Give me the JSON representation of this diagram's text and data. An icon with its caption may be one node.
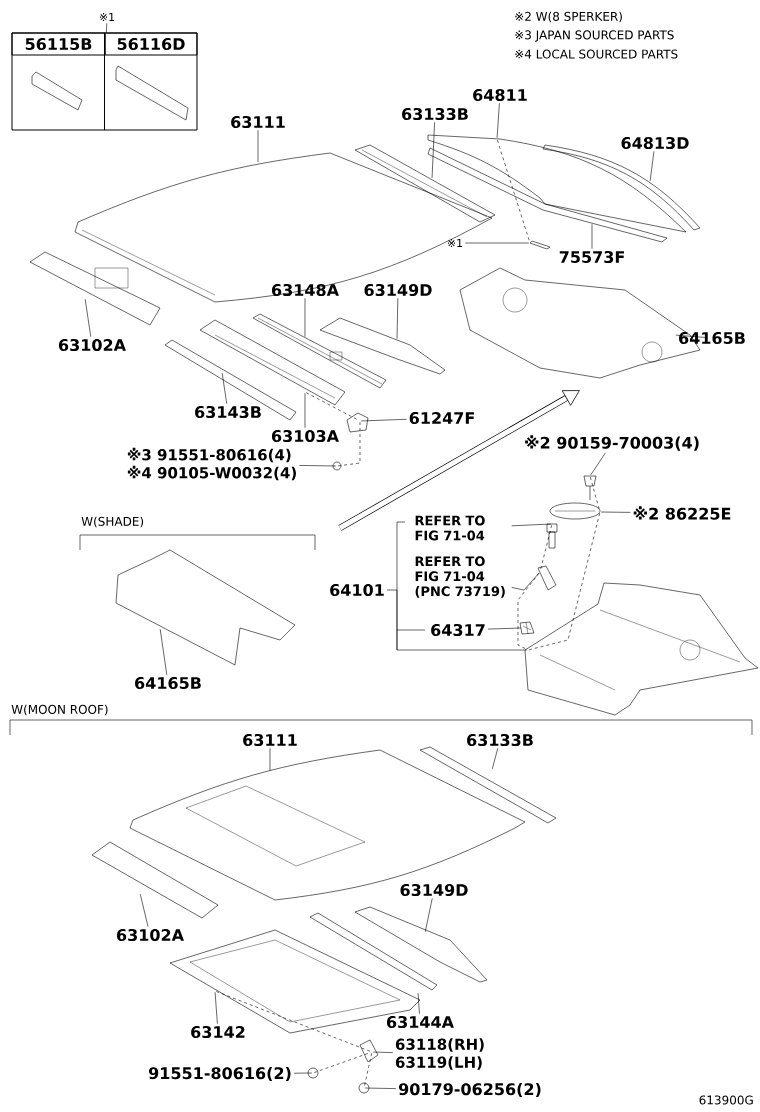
{
  "diagram": {
    "nodes": [
      {
        "text": [
          "※1"
        ]
      },
      {
        "text": [],
        "shape": "box"
      },
      {
        "text": [
          "56115B"
        ],
        "in": 1
      },
      {
        "text": [
          "56116D"
        ],
        "in": 1
      },
      {
        "text": [
          "63111"
        ]
      },
      {
        "text": [],
        "shape": "picture"
      },
      {
        "text": [
          "63133B"
        ]
      },
      {
        "text": [],
        "shape": "picture"
      },
      {
        "text": [
          "64811"
        ]
      },
      {
        "text": [],
        "shape": "picture"
      },
      {
        "text": [
          "64813D"
        ]
      },
      {
        "text": [],
        "shape": "picture"
      },
      {
        "text": [
          "※1"
        ]
      },
      {
        "text": [],
        "shape": "picture"
      },
      {
        "text": [
          "75573F"
        ]
      },
      {
        "text": [],
        "shape": "picture"
      },
      {
        "text": [
          "63102A"
        ]
      },
      {
        "text": [],
        "shape": "picture"
      },
      {
        "text": [
          "63148A"
        ]
      },
      {
        "text": [],
        "shape": "picture"
      },
      {
        "text": [
          "63149D"
        ]
      },
      {
        "text": [],
        "shape": "picture"
      },
      {
        "text": [
          "64165B"
        ]
      },
      {
        "text": [],
        "shape": "picture"
      },
      {
        "text": [
          "63143B"
        ]
      },
      {
        "text": [],
        "shape": "picture"
      },
      {
        "text": [
          "63103A"
        ]
      },
      {
        "text": [],
        "shape": "picture"
      },
      {
        "text": [
          "61247F"
        ]
      },
      {
        "text": [],
        "shape": "picture"
      },
      {
        "text": [
          "※3 91551-80616(4)",
          "※4 90105-W0032(4)"
        ]
      },
      {
        "text": [],
        "shape": "picture"
      },
      {
        "text": [
          "※2 90159-70003(4)"
        ]
      },
      {
        "text": [],
        "shape": "picture"
      },
      {
        "text": [
          "※2 86225E"
        ]
      },
      {
        "text": [],
        "shape": "picture"
      },
      {
        "text": [
          "REFER TO FIG 71-04"
        ]
      },
      {
        "text": [],
        "shape": "picture"
      },
      {
        "text": [
          "REFER TO FIG 71-04 (PNC 73719)"
        ]
      },
      {
        "text": [],
        "shape": "picture"
      },
      {
        "text": [
          "64101"
        ]
      },
      {
        "text": [
          "64317"
        ]
      },
      {
        "text": [],
        "shape": "picture"
      },
      {
        "text": [],
        "shape": "picture"
      },
      {
        "text": [],
        "shape": "picture"
      },
      {
        "text": [
          "64165B"
        ]
      },
      {
        "text": [
          "63111"
        ]
      },
      {
        "text": [],
        "shape": "picture"
      },
      {
        "text": [
          "63133B"
        ]
      },
      {
        "text": [],
        "shape": "picture"
      },
      {
        "text": [
          "63102A"
        ]
      },
      {
        "text": [],
        "shape": "picture"
      },
      {
        "text": [
          "63149D"
        ]
      },
      {
        "text": [],
        "shape": "picture"
      },
      {
        "text": [
          "63142"
        ]
      },
      {
        "text": [],
        "shape": "picture"
      },
      {
        "text": [
          "63144A"
        ]
      },
      {
        "text": [],
        "shape": "picture"
      },
      {
        "text": [
          "63118(RH)",
          "63119(LH)"
        ]
      },
      {
        "text": [],
        "shape": "picture"
      },
      {
        "text": [
          "91551-80616(2)"
        ]
      },
      {
        "text": [],
        "shape": "picture"
      },
      {
        "text": [
          "90179-06256(2)"
        ]
      },
      {
        "text": [],
        "shape": "picture"
      }
    ],
    "edges": [
      {
        "from": 0,
        "to": 1,
        "arrow": "none"
      },
      {
        "from": 4,
        "to": 5,
        "arrow": "none"
      },
      {
        "from": 6,
        "to": 7,
        "arrow": "none"
      },
      {
        "from": 8,
        "to": 9,
        "arrow": "none"
      },
      {
        "from": 10,
        "to": 11,
        "arrow": "none"
      },
      {
        "from": 12,
        "to": 13,
        "arrow": "none"
      },
      {
        "from": 14,
        "to": 15,
        "arrow": "none"
      },
      {
        "from": 16,
        "to": 17,
        "arrow": "none"
      },
      {
        "from": 18,
        "to": 19,
        "arrow": "none"
      },
      {
        "from": 20,
        "to": 21,
        "arrow": "none"
      },
      {
        "from": 22,
        "to": 23,
        "arrow": "none"
      },
      {
        "from": 24,
        "to": 25,
        "arrow": "none"
      },
      {
        "from": 26,
        "to": 27,
        "arrow": "none"
      },
      {
        "from": 28,
        "to": 29,
        "arrow": "none"
      },
      {
        "from": 30,
        "to": 31,
        "arrow": "none"
      },
      {
        "from": null,
        "to": 23,
        "arrow": "to",
        "style": "thick"
      },
      {
        "from": 32,
        "to": 33,
        "arrow": "none"
      },
      {
        "from": 34,
        "to": 35,
        "arrow": "none"
      },
      {
        "from": 36,
        "to": 37,
        "arrow": "none"
      },
      {
        "from": 38,
        "to": 39,
        "arrow": "none"
      },
      {
        "from": 40,
        "to": 43,
        "arrow": "none"
      },
      {
        "from": 41,
        "to": 42,
        "arrow": "none"
      },
      {
        "from": 45,
        "to": 44,
        "arrow": "none"
      },
      {
        "from": 46,
        "to": 47,
        "arrow": "none"
      },
      {
        "from": 48,
        "to": 49,
        "arrow": "none"
      },
      {
        "from": 50,
        "to": 51,
        "arrow": "none"
      },
      {
        "from": 52,
        "to": 53,
        "arrow": "none"
      },
      {
        "from": 54,
        "to": 55,
        "arrow": "none"
      },
      {
        "from": 56,
        "to": 57,
        "arrow": "none"
      },
      {
        "from": 58,
        "to": 59,
        "arrow": "none"
      },
      {
        "from": 60,
        "to": 61,
        "arrow": "none"
      },
      {
        "from": 62,
        "to": 63,
        "arrow": "none"
      },
      {
        "from": 9,
        "to": 13,
        "arrow": "none",
        "style": "dashed"
      },
      {
        "from": 27,
        "to": 29,
        "arrow": "none",
        "style": "dashed"
      },
      {
        "from": 31,
        "to": 29,
        "arrow": "none",
        "style": "dashed"
      },
      {
        "from": 33,
        "to": 35,
        "arrow": "none",
        "style": "dashed"
      },
      {
        "from": 35,
        "to": 43,
        "arrow": "none",
        "style": "dashed"
      },
      {
        "from": 37,
        "to": 39,
        "arrow": "none",
        "style": "dashed"
      },
      {
        "from": 39,
        "to": 43,
        "arrow": "none",
        "style": "dashed"
      },
      {
        "from": 55,
        "to": 59,
        "arrow": "none",
        "style": "dashed"
      },
      {
        "from": 61,
        "to": 59,
        "arrow": "none",
        "style": "dashed"
      },
      {
        "from": 59,
        "to": 63,
        "arrow": "none",
        "style": "dashed"
      }
    ],
    "labels": [
      "※2 W(8 SPERKER)",
      "※3 JAPAN SOURCED PARTS",
      "※4 LOCAL SOURCED PARTS",
      "W(SHADE)",
      "W(MOON ROOF)",
      "613900G"
    ]
  }
}
